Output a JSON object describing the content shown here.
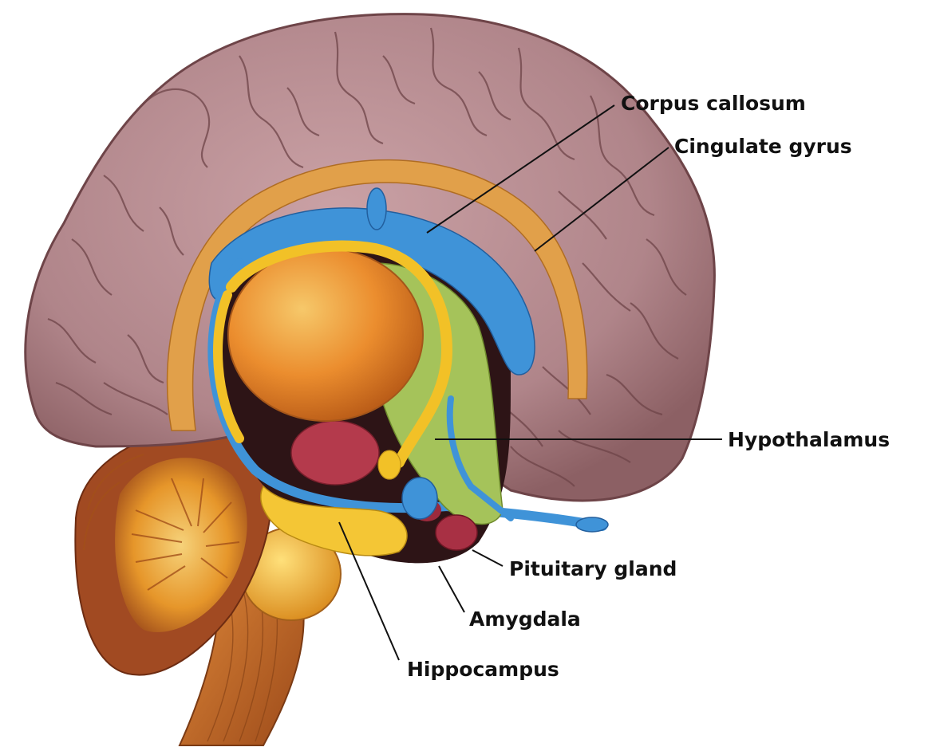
{
  "labels": {
    "corpus_callosum": "Corpus callosum",
    "cingulate_gyrus": "Cingulate gyrus",
    "hypothalamus": "Hypothalamus",
    "pituitary_gland": "Pituitary gland",
    "amygdala": "Amygdala",
    "hippocampus": "Hippocampus"
  },
  "colors": {
    "cortex": "#b58a8f",
    "cortex_dark": "#6e4448",
    "cingulate": "#e1a04a",
    "corpus_callosum": "#3f93d8",
    "fornix": "#f2c127",
    "thalamus": "#e8832a",
    "hypothalamus": "#a5c35a",
    "amygdala": "#b43a4c",
    "cerebellum": "#e59a2b",
    "brainstem": "#c4662a"
  }
}
